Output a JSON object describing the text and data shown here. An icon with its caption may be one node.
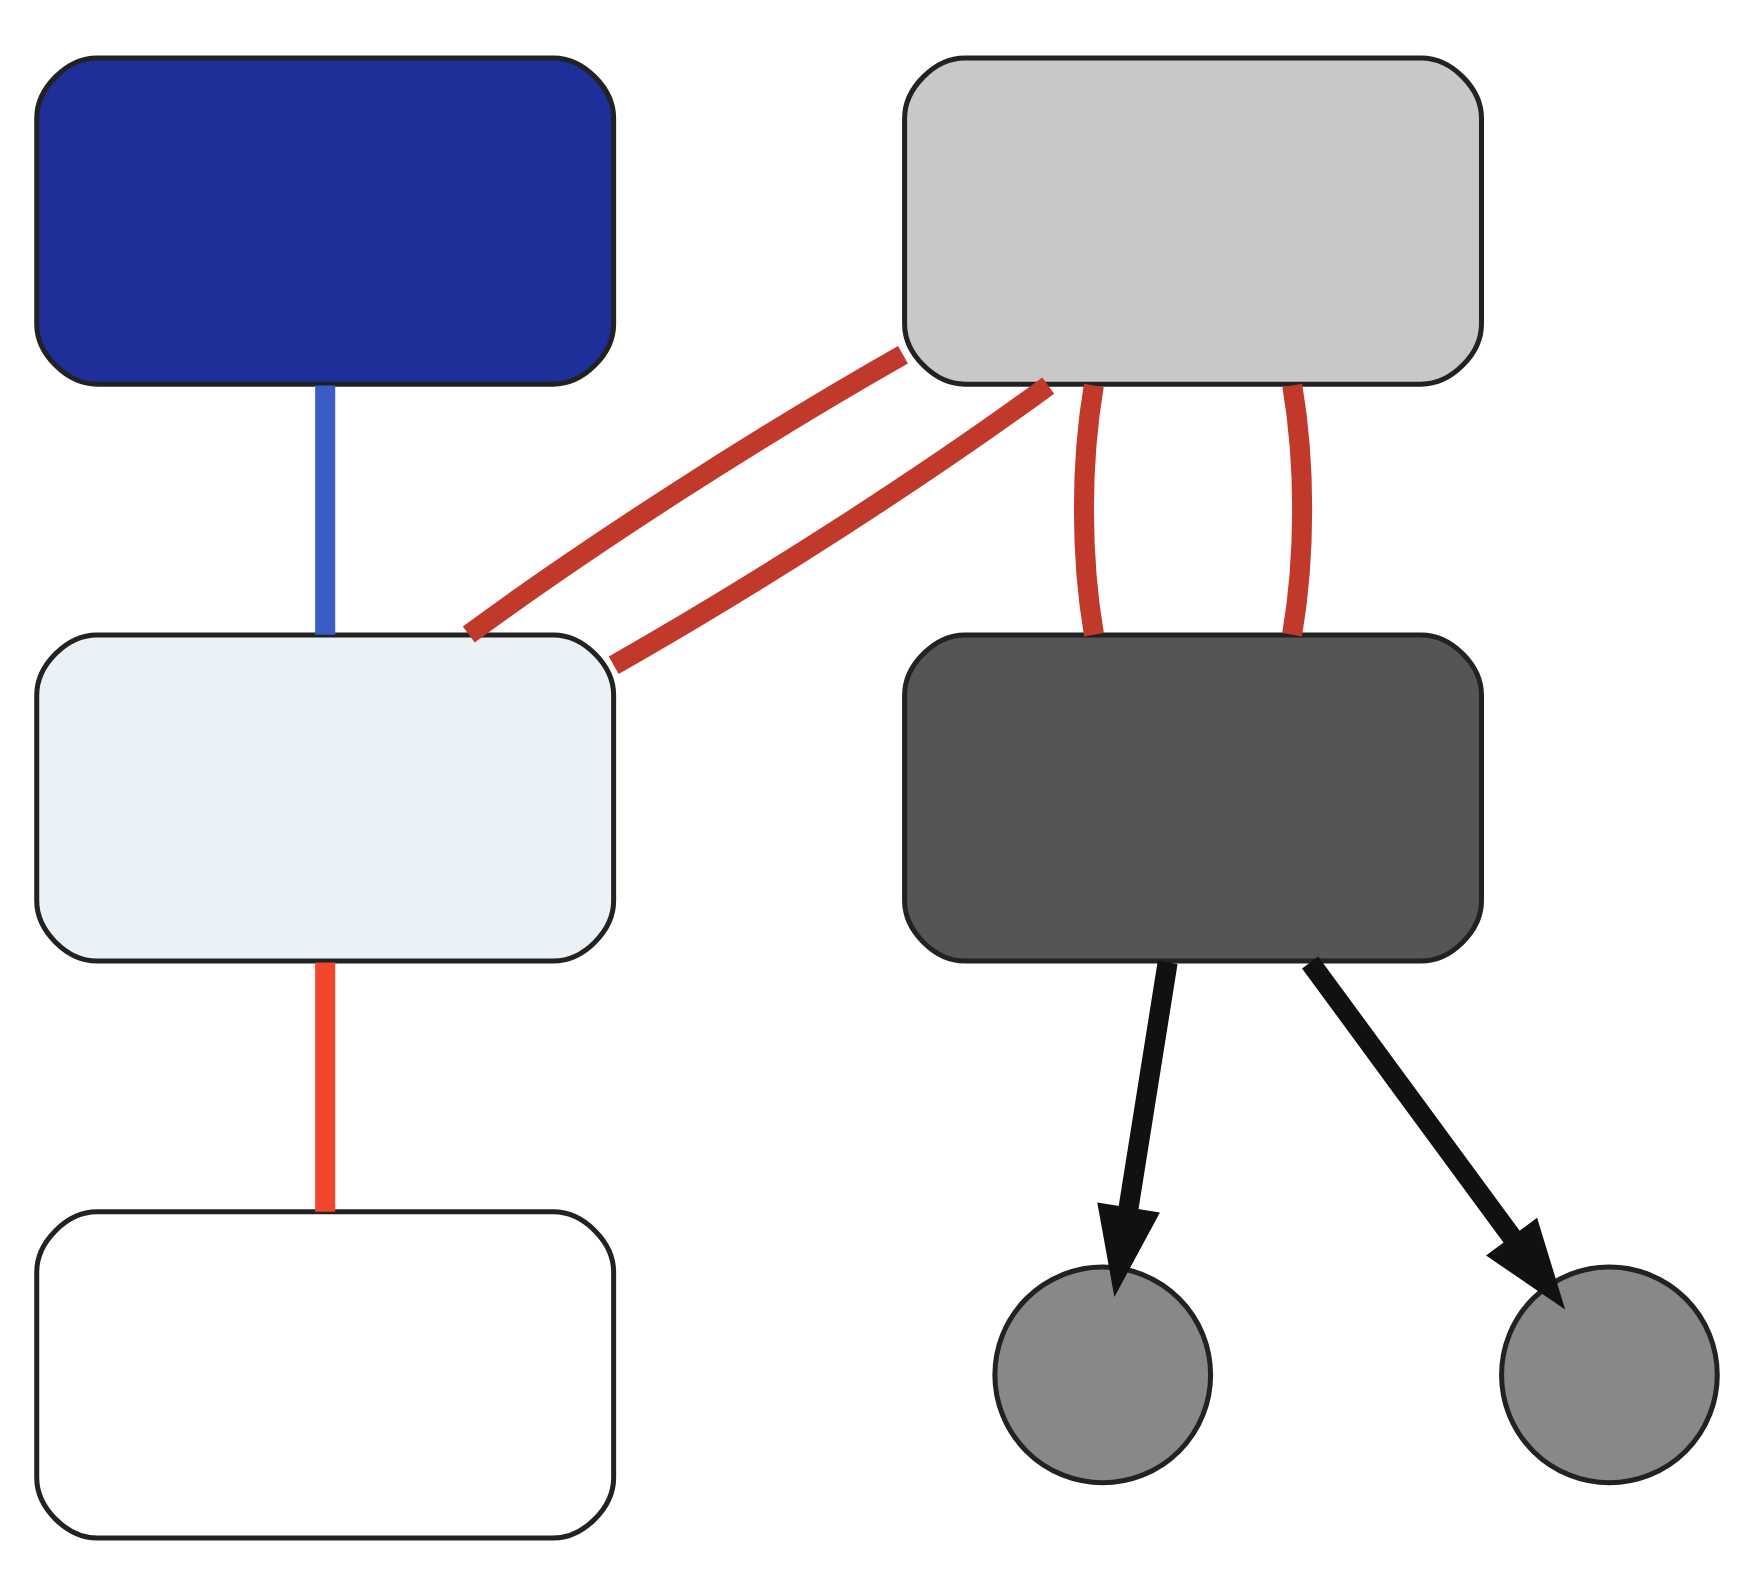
{
  "diagram": {
    "nodes": [
      {
        "text": [],
        "shape": "box"
      },
      {
        "text": [],
        "shape": "box"
      },
      {
        "text": [],
        "shape": "box"
      },
      {
        "text": [],
        "shape": "box"
      },
      {
        "text": [],
        "shape": "box"
      },
      {
        "text": [],
        "shape": "circle"
      },
      {
        "text": [],
        "shape": "circle"
      }
    ],
    "edges": [
      {
        "from": 0,
        "to": 2,
        "arrow": "none",
        "color": "#3a5cc4"
      },
      {
        "from": 1,
        "to": 2,
        "arrow": "none"
      },
      {
        "from": 1,
        "to": 2,
        "arrow": "none"
      },
      {
        "from": 2,
        "to": 3,
        "arrow": "none",
        "color": "#f2462a"
      },
      {
        "from": 1,
        "to": 4,
        "arrow": "none"
      },
      {
        "from": 1,
        "to": 4,
        "arrow": "none"
      },
      {
        "from": 4,
        "to": 5,
        "arrow": "to",
        "color": "#111111"
      },
      {
        "from": 4,
        "to": 6,
        "arrow": "to",
        "color": "#111111"
      }
    ]
  }
}
